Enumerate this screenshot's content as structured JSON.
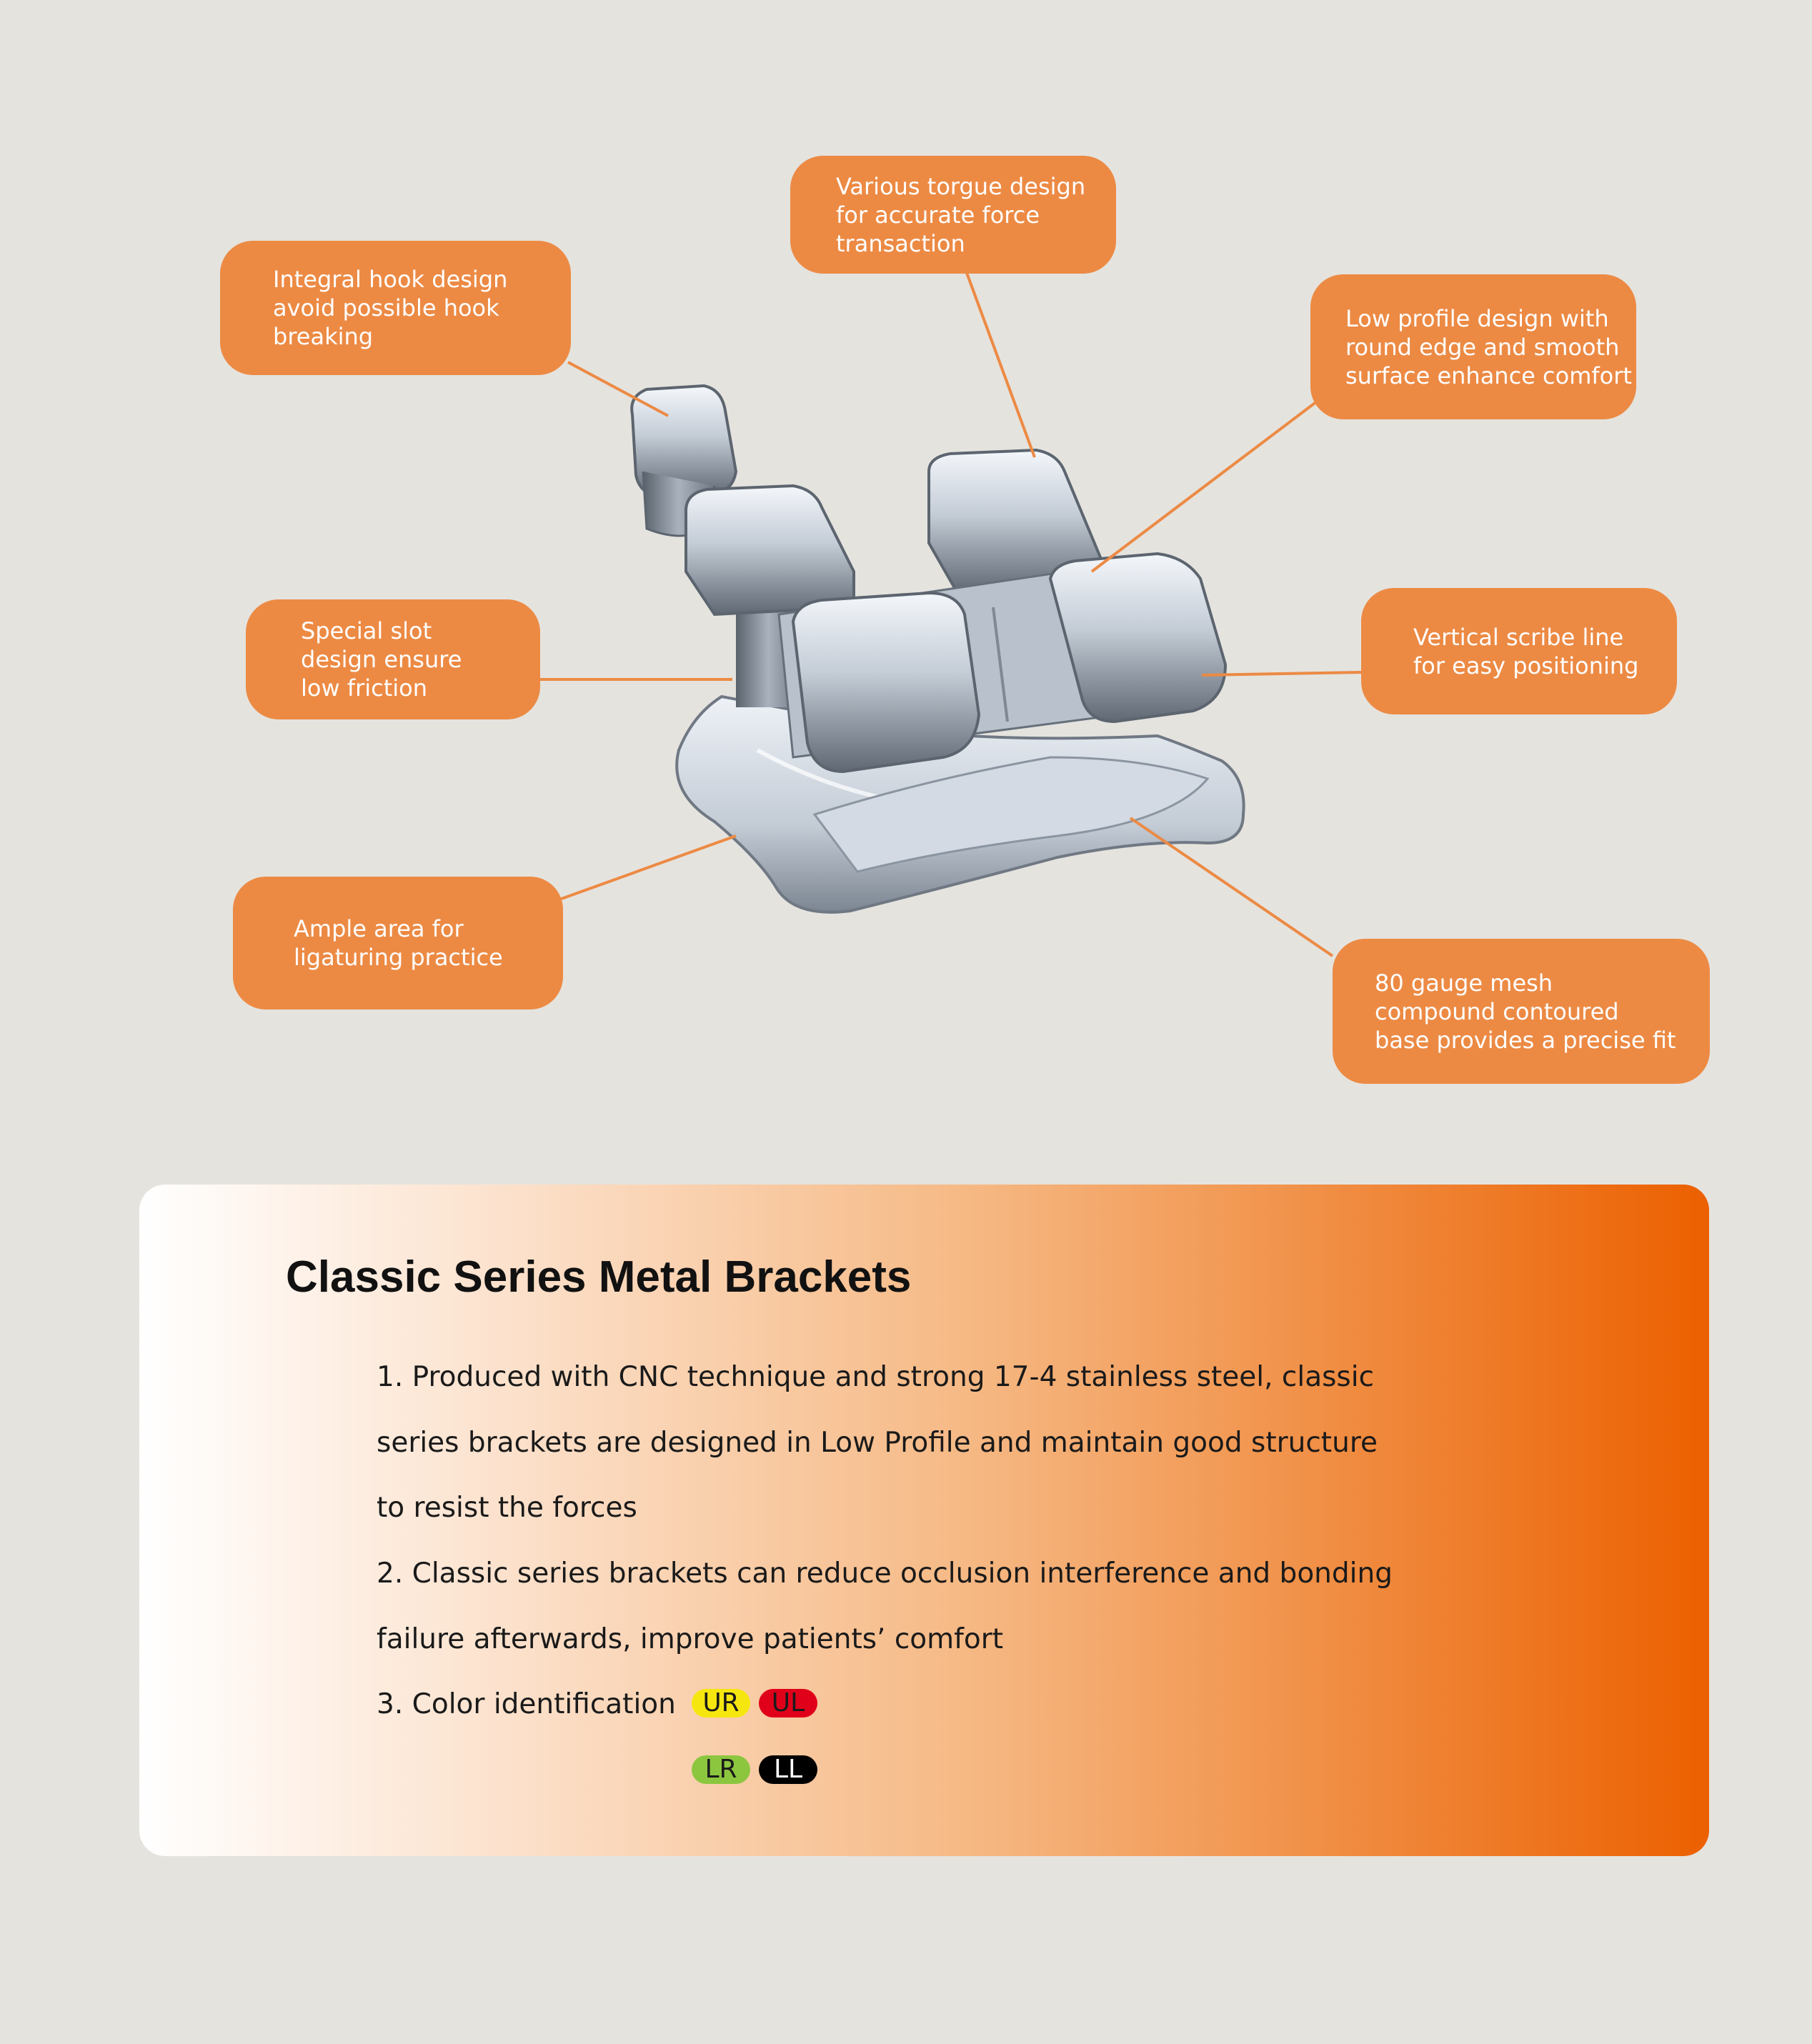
{
  "callouts": [
    {
      "id": "hook",
      "text": "Integral hook design\navoid possible hook\nbreaking"
    },
    {
      "id": "torque",
      "text": "Various torgue design\nfor accurate force\ntransaction"
    },
    {
      "id": "profile",
      "text": "Low profile design with\nround edge and smooth\nsurface enhance comfort"
    },
    {
      "id": "slot",
      "text": "Special slot\ndesign ensure\nlow friction"
    },
    {
      "id": "scribe",
      "text": "Vertical scribe line\nfor easy positioning"
    },
    {
      "id": "ligature",
      "text": "Ample area for\nligaturing practice"
    },
    {
      "id": "mesh",
      "text": "80 gauge mesh\ncompound contoured\nbase provides a precise fit"
    }
  ],
  "panel": {
    "title": "Classic Series Metal Brackets",
    "lines": [
      "1. Produced with CNC technique and strong 17-4 stainless steel, classic",
      "series brackets are designed in Low Profile and maintain good structure",
      "to resist the forces",
      "2. Classic series brackets can reduce occlusion interference and bonding",
      "failure afterwards, improve patients’ comfort",
      "3. Color identification"
    ],
    "badges": [
      {
        "label": "UR",
        "bg": "#f6e60f",
        "fg": "#1a1a1a"
      },
      {
        "label": "UL",
        "bg": "#e1001a",
        "fg": "#1a1a1a"
      },
      {
        "label": "LR",
        "bg": "#8cc63f",
        "fg": "#1a1a1a"
      },
      {
        "label": "LL",
        "bg": "#000000",
        "fg": "#ffffff"
      }
    ]
  },
  "colors": {
    "background": "#e5e3de",
    "callout": "#ec8a44",
    "leader": "#ec8a44"
  }
}
